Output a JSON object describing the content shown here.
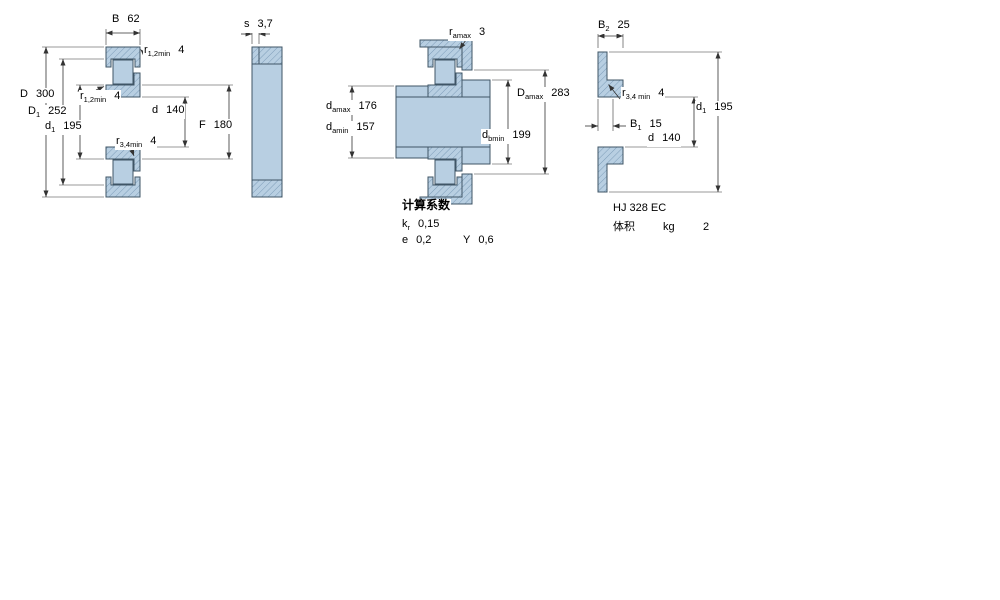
{
  "colors": {
    "part-fill": "#b8cfe2",
    "hatch-line": "#7d9cb8",
    "outline": "#3f5566",
    "dim-line": "#333333"
  },
  "views": {
    "section": {
      "B": {
        "sym": "B",
        "sub": "",
        "val": "62"
      },
      "r12_top": {
        "sym": "r",
        "sub": "1,2min",
        "val": "4"
      },
      "D": {
        "sym": "D",
        "sub": "",
        "val": "300"
      },
      "r12_bore": {
        "sym": "r",
        "sub": "1,2min",
        "val": "4"
      },
      "D1": {
        "sym": "D",
        "sub": "1",
        "val": "252"
      },
      "d1": {
        "sym": "d",
        "sub": "1",
        "val": "195"
      },
      "d": {
        "sym": "d",
        "sub": "",
        "val": "140"
      },
      "F": {
        "sym": "F",
        "sub": "",
        "val": "180"
      },
      "r34": {
        "sym": "r",
        "sub": "3,4min",
        "val": "4"
      }
    },
    "side": {
      "s": {
        "sym": "s",
        "sub": "",
        "val": "3,7"
      }
    },
    "mounting": {
      "ra": {
        "sym": "r",
        "sub": "amax",
        "val": "3"
      },
      "damax": {
        "sym": "d",
        "sub": "amax",
        "val": "176"
      },
      "damin": {
        "sym": "d",
        "sub": "amin",
        "val": "157"
      },
      "Damax": {
        "sym": "D",
        "sub": "amax",
        "val": "283"
      },
      "dbmin": {
        "sym": "d",
        "sub": "bmin",
        "val": "199"
      }
    },
    "hj_ring": {
      "B2": {
        "sym": "B",
        "sub": "2",
        "val": "25"
      },
      "r34": {
        "sym": "r",
        "sub": "3,4 min",
        "val": "4"
      },
      "d1": {
        "sym": "d",
        "sub": "1",
        "val": "195"
      },
      "B1": {
        "sym": "B",
        "sub": "1",
        "val": "15"
      },
      "d": {
        "sym": "d",
        "sub": "",
        "val": "140"
      }
    }
  },
  "calculation_factors": {
    "heading": "计算系数",
    "kr": {
      "sym": "k",
      "sub": "r",
      "val": "0,15"
    },
    "e": {
      "sym": "e",
      "sub": "",
      "val": "0,2"
    },
    "Y": {
      "sym": "Y",
      "sub": "",
      "val": "0,6"
    }
  },
  "hj_info": {
    "designation": "HJ 328 EC",
    "mass_label": "体积",
    "mass_unit": "kg",
    "mass_value": "2"
  }
}
